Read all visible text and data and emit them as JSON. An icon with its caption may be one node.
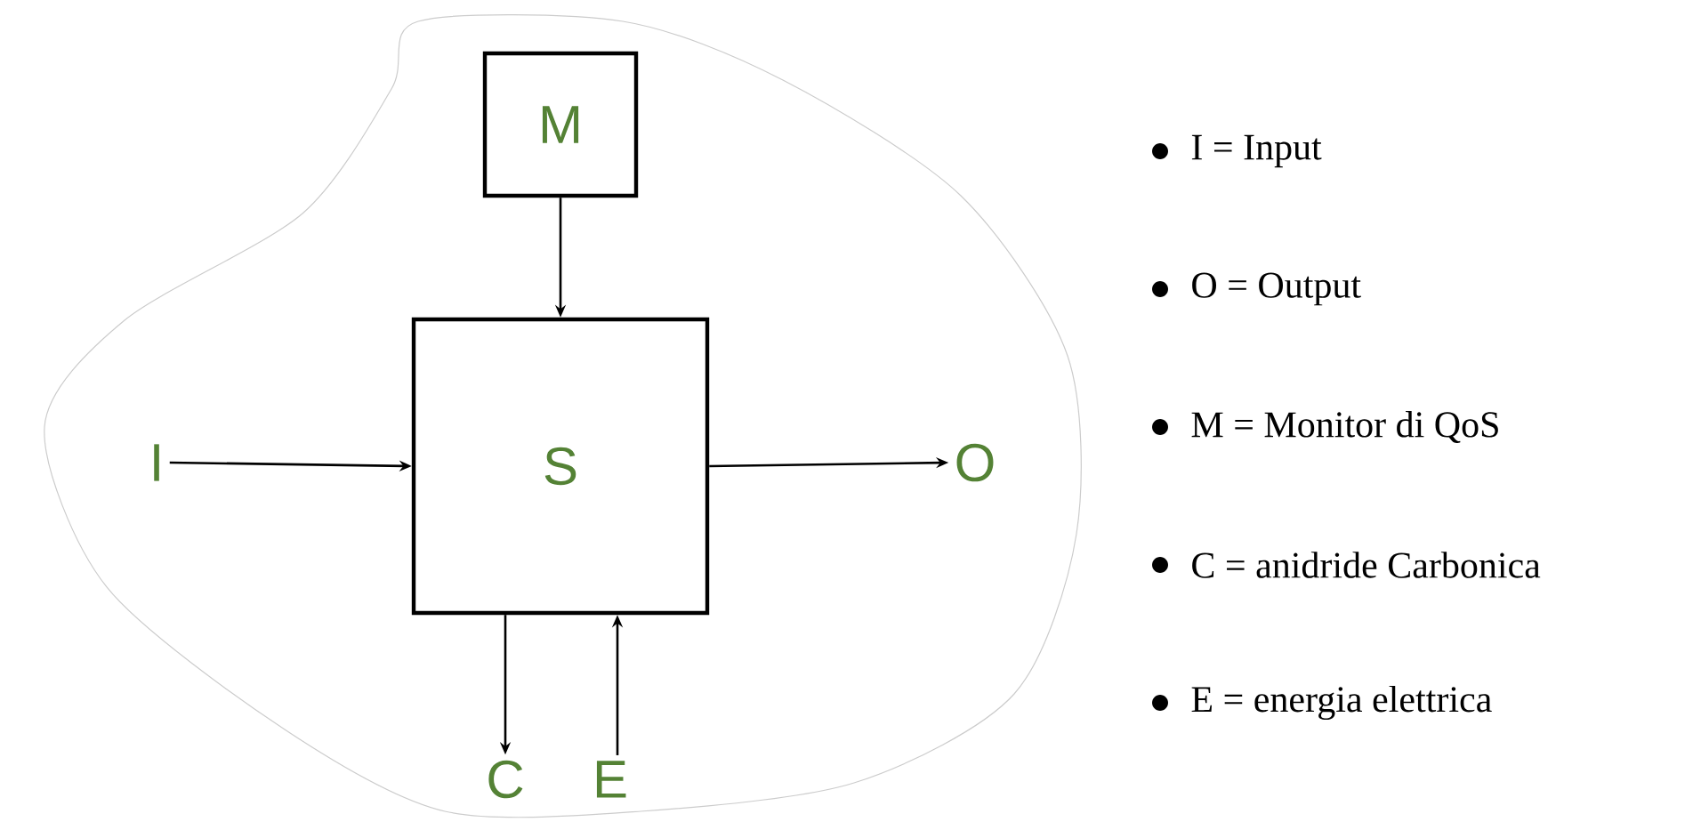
{
  "diagram": {
    "nodes": [
      {
        "text": [
          "M"
        ]
      },
      {
        "text": [
          "S"
        ]
      },
      {
        "text": [
          "I"
        ]
      },
      {
        "text": [
          "O"
        ]
      },
      {
        "text": [
          "C"
        ]
      },
      {
        "text": [
          "E"
        ]
      }
    ],
    "edges": [
      {
        "from": 0,
        "to": 1,
        "arrow": "to"
      },
      {
        "from": 2,
        "to": 1,
        "arrow": "to"
      },
      {
        "from": 1,
        "to": 3,
        "arrow": "to"
      },
      {
        "from": 1,
        "to": 4,
        "arrow": "to"
      },
      {
        "from": 5,
        "to": 1,
        "arrow": "to"
      }
    ],
    "labels": [
      "I = Input",
      "O = Output",
      "M = Monitor di QoS",
      "C = anidride Carbonica",
      "E = energia elettrica"
    ]
  }
}
